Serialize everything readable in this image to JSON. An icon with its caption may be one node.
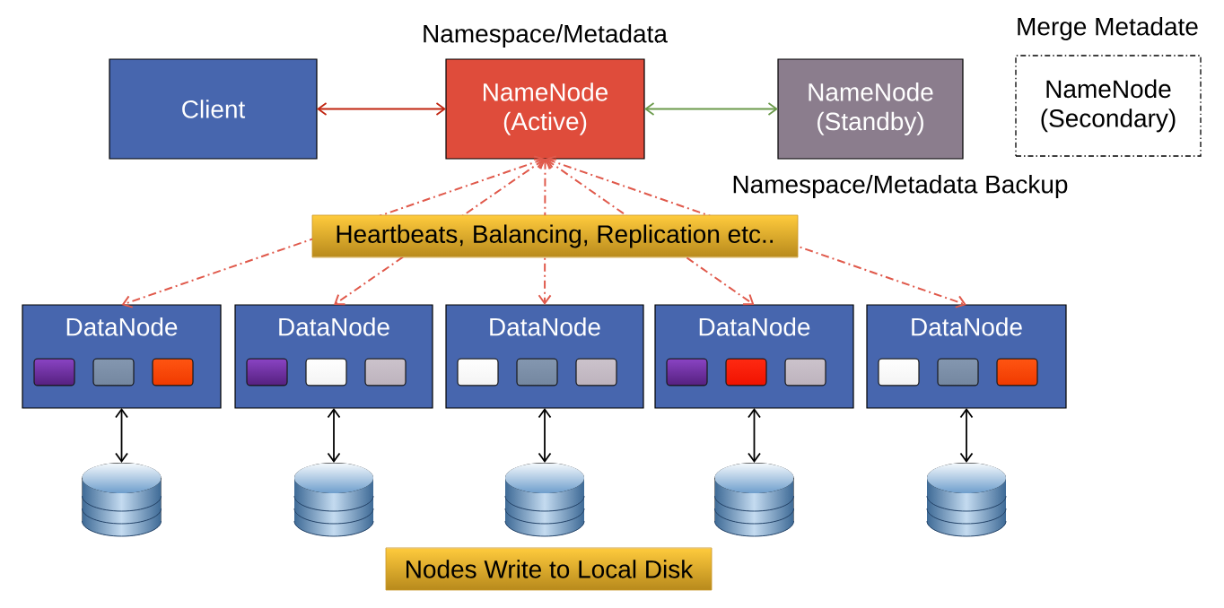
{
  "diagram": {
    "nodes": [
      {
        "text": [
          "Client"
        ]
      },
      {
        "text": [
          "NameNode (Active)"
        ],
        "beside": [
          "Namespace/Metadata"
        ]
      },
      {
        "text": [
          "NameNode (Standby)"
        ],
        "beside": [
          "Namespace/Metadata Backup"
        ]
      },
      {
        "text": [
          "NameNode (Secondary)"
        ],
        "beside": [
          "Merge Metadate"
        ]
      },
      {
        "text": [
          "DataNode"
        ]
      },
      {
        "text": [
          "DataNode"
        ]
      },
      {
        "text": [
          "DataNode"
        ]
      },
      {
        "text": [
          "DataNode"
        ]
      },
      {
        "text": [
          "DataNode"
        ]
      },
      {
        "text": [],
        "shape": "cylinder"
      },
      {
        "text": [],
        "shape": "cylinder"
      },
      {
        "text": [],
        "shape": "cylinder"
      },
      {
        "text": [],
        "shape": "cylinder"
      },
      {
        "text": [],
        "shape": "cylinder"
      },
      {
        "text": [
          "Nodes Write to Local Disk"
        ]
      }
    ],
    "edges": [
      {
        "from": 0,
        "to": 1,
        "arrow": "both",
        "color": "#c0240f"
      },
      {
        "from": 1,
        "to": 2,
        "arrow": "both",
        "color": "#6b9a4b"
      },
      {
        "from": 1,
        "to": 4,
        "arrow": "both",
        "style": "dashed",
        "color": "#e05a4c"
      },
      {
        "from": 1,
        "to": 5,
        "arrow": "both",
        "style": "dashed",
        "color": "#e05a4c"
      },
      {
        "from": 1,
        "to": 6,
        "arrow": "both",
        "style": "dashed",
        "color": "#e05a4c",
        "label": "Heartbeats, Balancing, Replication etc.."
      },
      {
        "from": 1,
        "to": 7,
        "arrow": "both",
        "style": "dashed",
        "color": "#e05a4c"
      },
      {
        "from": 1,
        "to": 8,
        "arrow": "both",
        "style": "dashed",
        "color": "#e05a4c"
      },
      {
        "from": 4,
        "to": 9,
        "arrow": "both",
        "color": "#000000"
      },
      {
        "from": 5,
        "to": 10,
        "arrow": "both",
        "color": "#000000"
      },
      {
        "from": 6,
        "to": 11,
        "arrow": "both",
        "color": "#000000"
      },
      {
        "from": 7,
        "to": 12,
        "arrow": "both",
        "color": "#000000"
      },
      {
        "from": 8,
        "to": 13,
        "arrow": "both",
        "color": "#000000"
      }
    ]
  }
}
